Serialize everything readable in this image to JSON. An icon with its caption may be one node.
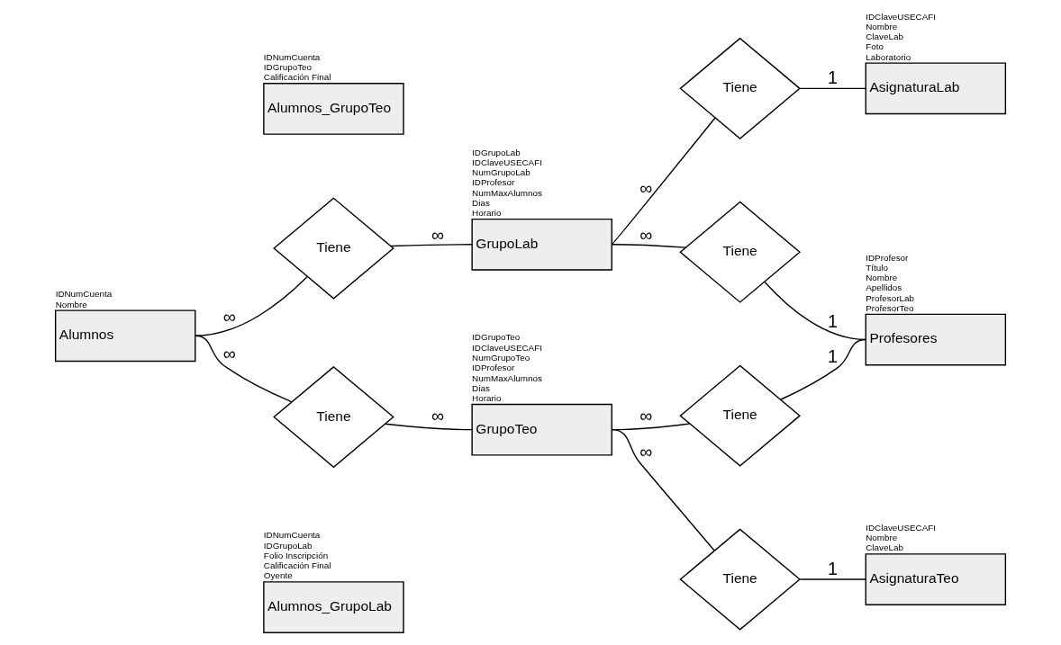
{
  "diagram": {
    "nodes": [
      {
        "text": [
          "IDNumCuenta",
          "IDGrupoLab",
          "Folio Inscripción",
          "Calificación Final",
          "Oyente",
          "Alumnos_GrupoLab"
        ]
      },
      {
        "text": [
          "IDClaveUSECAFI",
          "Nombre",
          "ClaveLab",
          "Foto",
          "Laboratorio",
          "AsignaturaLab"
        ]
      },
      {
        "text": [
          "Tiene"
        ]
      },
      {
        "text": [
          "Tiene"
        ]
      },
      {
        "text": [
          "IDGrupoLab",
          "IDClaveUSECAFI",
          "NumGrupoLab",
          "IDProfesor",
          "NumMaxAlumnos",
          "Dias",
          "Horario",
          "GrupoLab"
        ]
      },
      {
        "text": [
          "IDProfesor",
          "Título",
          "Nombre",
          "Apellidos",
          "ProfesorLab",
          "ProfesorTeo",
          "Profesores"
        ]
      },
      {
        "text": [
          "Tiene"
        ]
      },
      {
        "text": [
          "IDNumCuenta",
          "Nombre",
          "Alumnos"
        ]
      },
      {
        "text": [
          "IDGrupoTeo",
          "IDClaveUSECAFI",
          "NumGrupoTeo",
          "IDProfesor",
          "NumMaxAlumnos",
          "Dias",
          "Horario",
          "GrupoTeo"
        ]
      },
      {
        "text": [
          "Tiene"
        ]
      },
      {
        "text": [
          "Tiene"
        ]
      },
      {
        "text": [
          "IDClaveUSECAFI",
          "Nombre",
          "ClaveLab",
          "AsignaturaTeo"
        ]
      },
      {
        "text": [
          "Tiene"
        ]
      },
      {
        "text": [
          "IDNumCuenta",
          "IDGrupoTeo",
          "Calificación Final",
          "Alumnos_GrupoTeo"
        ]
      }
    ],
    "edges": [
      {
        "from": 7,
        "to": 2,
        "arrow": "none",
        "label": "∞"
      },
      {
        "from": 2,
        "to": 4,
        "arrow": "none",
        "label": "∞"
      },
      {
        "from": 4,
        "to": 3,
        "arrow": "none",
        "label": "∞"
      },
      {
        "from": 3,
        "to": 1,
        "arrow": "none",
        "label": "1"
      },
      {
        "from": 4,
        "to": 6,
        "arrow": "none",
        "label": "∞"
      },
      {
        "from": 6,
        "to": 5,
        "arrow": "none",
        "label": "1"
      },
      {
        "from": 7,
        "to": 9,
        "arrow": "none",
        "label": "∞"
      },
      {
        "from": 9,
        "to": 8,
        "arrow": "none",
        "label": "∞"
      },
      {
        "from": 8,
        "to": 10,
        "arrow": "none",
        "label": "∞"
      },
      {
        "from": 10,
        "to": 5,
        "arrow": "none",
        "label": "1"
      },
      {
        "from": 8,
        "to": 12,
        "arrow": "none",
        "label": "∞"
      },
      {
        "from": 12,
        "to": 11,
        "arrow": "none",
        "label": "1"
      }
    ]
  }
}
